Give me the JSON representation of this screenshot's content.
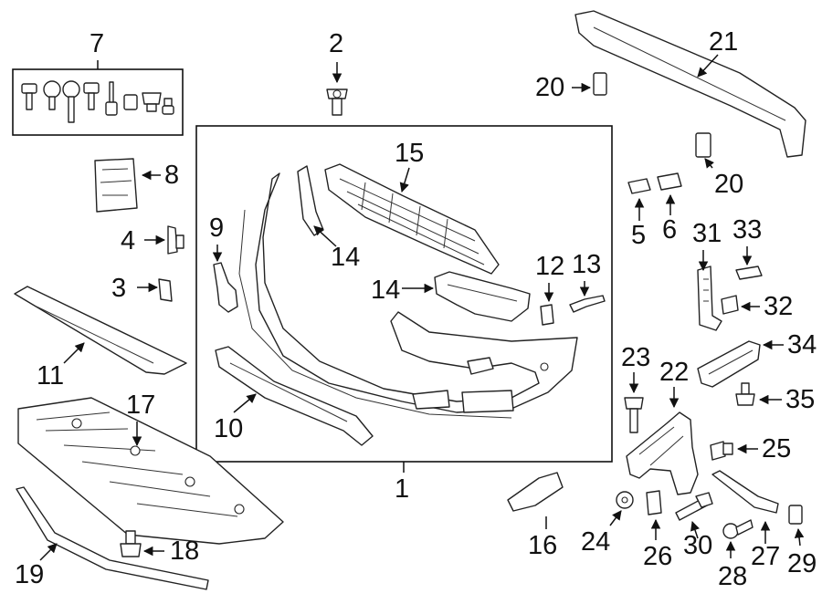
{
  "callouts": [
    {
      "key": "c1",
      "text": "1"
    },
    {
      "key": "c2",
      "text": "2"
    },
    {
      "key": "c3",
      "text": "3"
    },
    {
      "key": "c4",
      "text": "4"
    },
    {
      "key": "c5",
      "text": "5"
    },
    {
      "key": "c6",
      "text": "6"
    },
    {
      "key": "c7",
      "text": "7"
    },
    {
      "key": "c8",
      "text": "8"
    },
    {
      "key": "c9",
      "text": "9"
    },
    {
      "key": "c10",
      "text": "10"
    },
    {
      "key": "c11",
      "text": "11"
    },
    {
      "key": "c12",
      "text": "12"
    },
    {
      "key": "c13",
      "text": "13"
    },
    {
      "key": "c14a",
      "text": "14"
    },
    {
      "key": "c14b",
      "text": "14"
    },
    {
      "key": "c15",
      "text": "15"
    },
    {
      "key": "c16",
      "text": "16"
    },
    {
      "key": "c17",
      "text": "17"
    },
    {
      "key": "c18",
      "text": "18"
    },
    {
      "key": "c19",
      "text": "19"
    },
    {
      "key": "c20a",
      "text": "20"
    },
    {
      "key": "c20b",
      "text": "20"
    },
    {
      "key": "c21",
      "text": "21"
    },
    {
      "key": "c22",
      "text": "22"
    },
    {
      "key": "c23",
      "text": "23"
    },
    {
      "key": "c24",
      "text": "24"
    },
    {
      "key": "c25",
      "text": "25"
    },
    {
      "key": "c26",
      "text": "26"
    },
    {
      "key": "c27",
      "text": "27"
    },
    {
      "key": "c28",
      "text": "28"
    },
    {
      "key": "c29",
      "text": "29"
    },
    {
      "key": "c30",
      "text": "30"
    },
    {
      "key": "c31",
      "text": "31"
    },
    {
      "key": "c32",
      "text": "32"
    },
    {
      "key": "c33",
      "text": "33"
    },
    {
      "key": "c34",
      "text": "34"
    },
    {
      "key": "c35",
      "text": "35"
    }
  ]
}
